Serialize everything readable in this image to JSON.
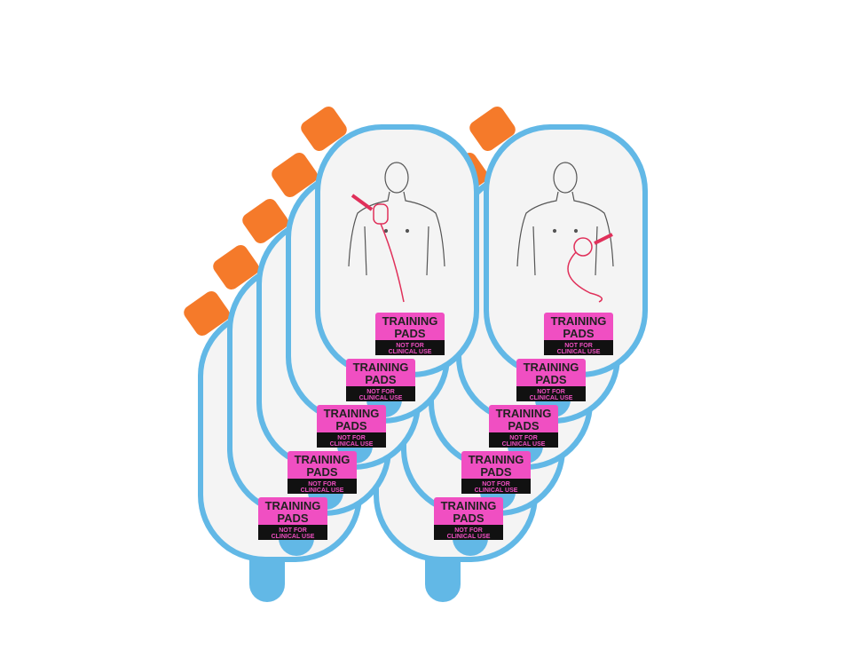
{
  "product": {
    "label_line1": "TRAINING",
    "label_line2": "PADS",
    "label_warning_line1": "NOT FOR",
    "label_warning_line2": "CLINICAL USE",
    "pad_count_per_stack": 5,
    "colors": {
      "border": "#62b8e6",
      "label_pink": "#f04fc2",
      "connector_orange": "#f57a2a",
      "figure_line": "#555555",
      "electrode_red": "#e0305a"
    }
  }
}
